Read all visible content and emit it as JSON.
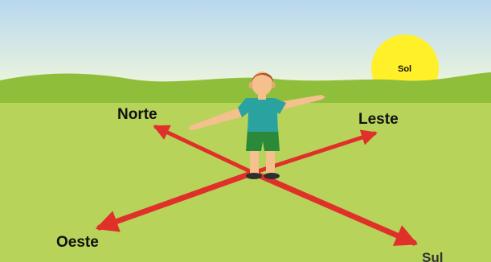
{
  "labels": {
    "north": "Norte",
    "east": "Leste",
    "west": "Oeste",
    "south": "Sul",
    "sun": "Sol"
  },
  "colors": {
    "sky_top": "#b8d8f0",
    "sky_bottom": "#e8f3d8",
    "hills": "#8fbf3a",
    "ground": "#b7d35a",
    "arrow": "#e0302a",
    "sun": "#fff02a",
    "shirt": "#2aa3a0",
    "shorts": "#2a8a3a",
    "skin": "#f3c08e",
    "hair": "#b0522a"
  }
}
